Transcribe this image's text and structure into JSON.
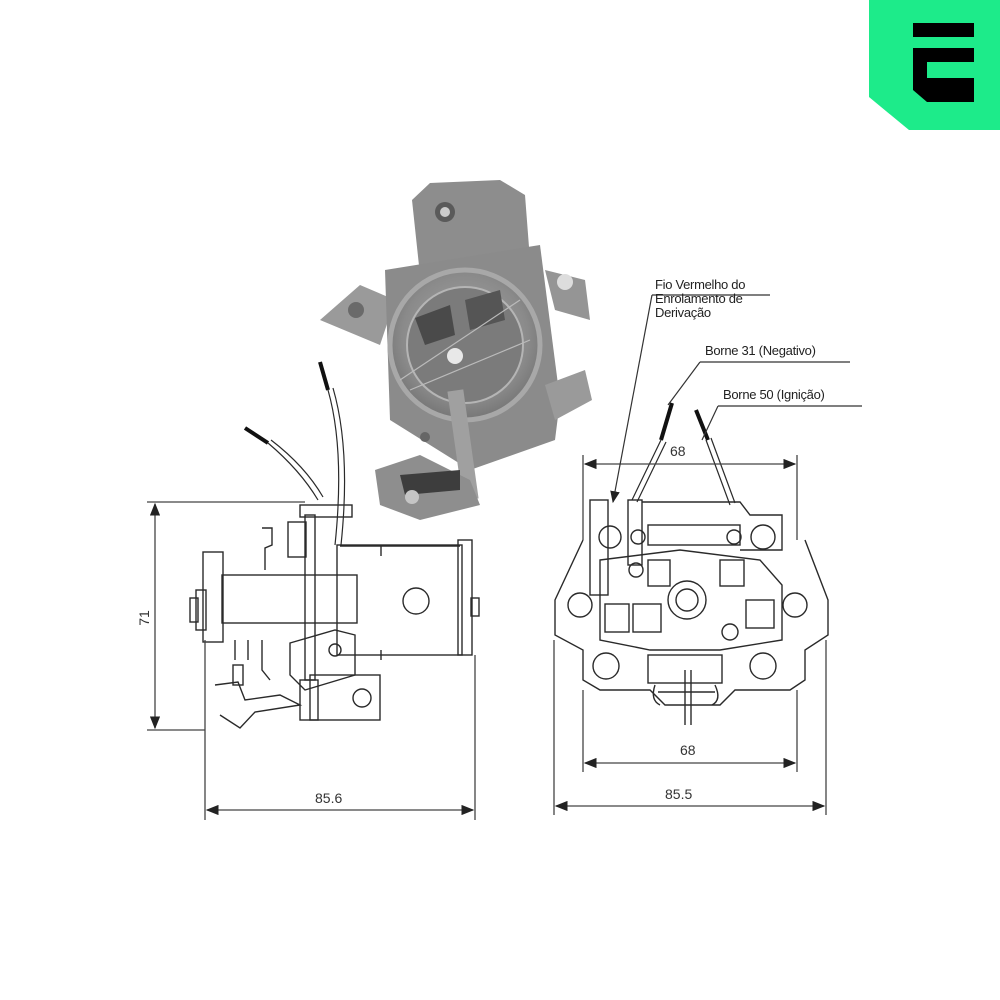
{
  "brand": {
    "logo_color": "#1DEB8A",
    "logo_glyph_color": "#000000",
    "logo_name": "E"
  },
  "photo": {
    "subject": "starter solenoid relay product photo"
  },
  "side_view": {
    "height_dim": "71",
    "width_dim": "85.6"
  },
  "front_view": {
    "top_dim": "68",
    "bottom_inner_dim": "68",
    "bottom_outer_dim": "85.5",
    "callouts": [
      {
        "line1": "Fio Vermelho do",
        "line2": "Enrolamento de",
        "line3": "Derivação"
      },
      {
        "line1": "Borne 31 (Negativo)"
      },
      {
        "line1": "Borne 50 (Ignição)"
      }
    ]
  },
  "colors": {
    "line": "#2a2a2a",
    "photo_gray": "#8f8f8f"
  }
}
